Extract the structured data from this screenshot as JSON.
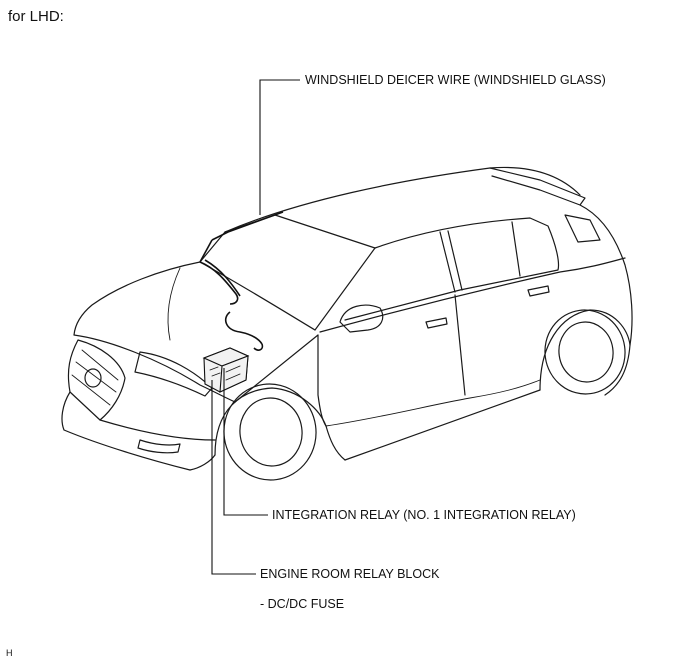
{
  "heading": "for LHD:",
  "labels": {
    "windshield_wire": "WINDSHIELD DEICER WIRE (WINDSHIELD GLASS)",
    "integration_relay": "INTEGRATION RELAY (NO. 1 INTEGRATION RELAY)",
    "relay_block": "ENGINE ROOM RELAY BLOCK",
    "dcdc_fuse": "- DC/DC FUSE"
  },
  "footer_mark": "H"
}
